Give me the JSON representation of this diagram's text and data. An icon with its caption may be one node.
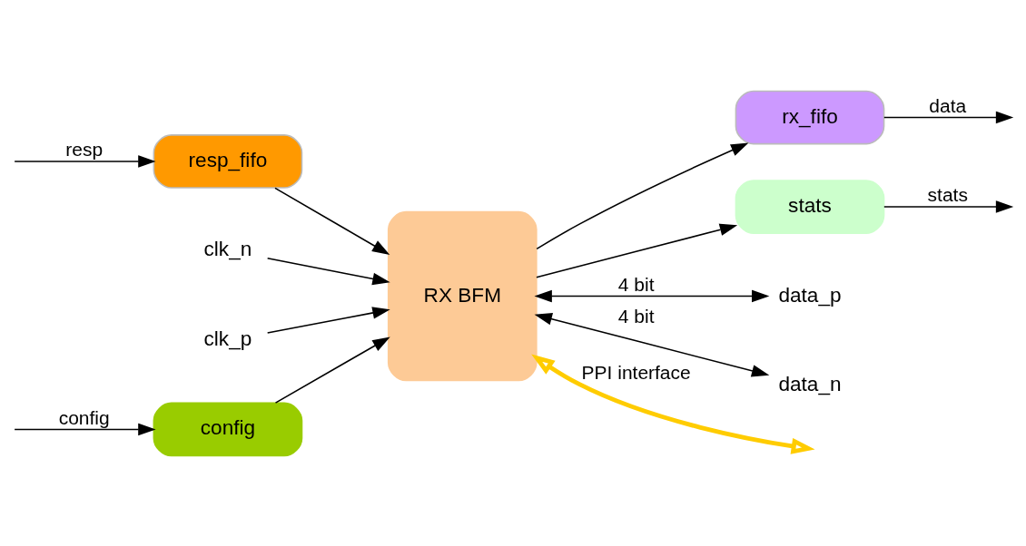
{
  "diagram": {
    "nodes": [
      {
        "text": [
          "config"
        ]
      },
      {
        "text": [
          "RX BFM"
        ]
      },
      {
        "text": [
          "rx_fifo"
        ]
      },
      {
        "text": [
          "resp_fifo"
        ]
      },
      {
        "text": [
          "stats"
        ]
      },
      {
        "text": [
          "clk_n"
        ]
      },
      {
        "text": [
          "clk_p"
        ]
      },
      {
        "text": [
          "data_p"
        ]
      },
      {
        "text": [
          "data_n"
        ]
      }
    ],
    "edges": [
      {
        "from": null,
        "to": 0,
        "arrow": "to",
        "label": "config"
      },
      {
        "from": 0,
        "to": 1,
        "arrow": "to"
      },
      {
        "from": 5,
        "to": 1,
        "arrow": "to"
      },
      {
        "from": 6,
        "to": 1,
        "arrow": "to"
      },
      {
        "from": 1,
        "to": 7,
        "arrow": "both",
        "label": "4 bit"
      },
      {
        "from": 1,
        "to": 8,
        "arrow": "both",
        "label": "4 bit"
      },
      {
        "from": 1,
        "to": null,
        "arrow": "both",
        "label": "PPI interface",
        "style": "thick",
        "color": "#ffcc00"
      },
      {
        "from": 1,
        "to": 2,
        "arrow": "to"
      },
      {
        "from": 2,
        "to": null,
        "arrow": "to",
        "label": "data"
      },
      {
        "from": null,
        "to": 3,
        "arrow": "to",
        "label": "resp"
      },
      {
        "from": 3,
        "to": 1,
        "arrow": "to"
      },
      {
        "from": 1,
        "to": 4,
        "arrow": "to"
      },
      {
        "from": 4,
        "to": null,
        "arrow": "to",
        "label": "stats"
      }
    ]
  }
}
